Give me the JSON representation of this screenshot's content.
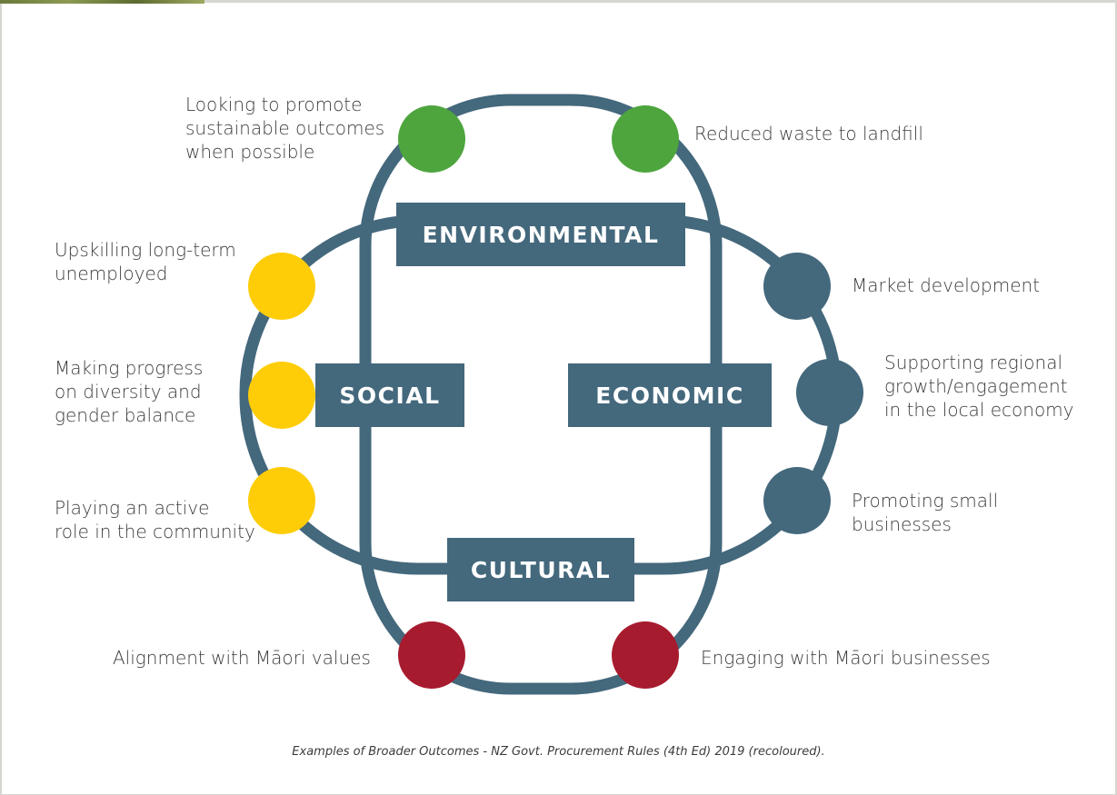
{
  "colors": {
    "track": "#44687c",
    "environmental": "#4ea53e",
    "social": "#fecd07",
    "economic": "#44687c",
    "cultural": "#a71b2e",
    "text": "#3c3c3c"
  },
  "boxes": {
    "environmental": "ENVIRONMENTAL",
    "social": "SOCIAL",
    "economic": "ECONOMIC",
    "cultural": "CULTURAL"
  },
  "outcomes": {
    "env_1": "Looking to promote\nsustainable outcomes\nwhen possible",
    "env_2": "Reduced waste to landfill",
    "social_1": "Upskilling long-term\nunemployed",
    "social_2": "Making progress\non diversity and\ngender balance",
    "social_3": "Playing an active\nrole in the community",
    "econ_1": "Market development",
    "econ_2": "Supporting regional\ngrowth/engagement\nin the local economy",
    "econ_3": "Promoting small\nbusinesses",
    "cult_1": "Alignment with Māori values",
    "cult_2": "Engaging with Māori businesses"
  },
  "caption": "Examples of Broader Outcomes - NZ Govt. Procurement Rules (4th Ed) 2019 (recoloured)."
}
